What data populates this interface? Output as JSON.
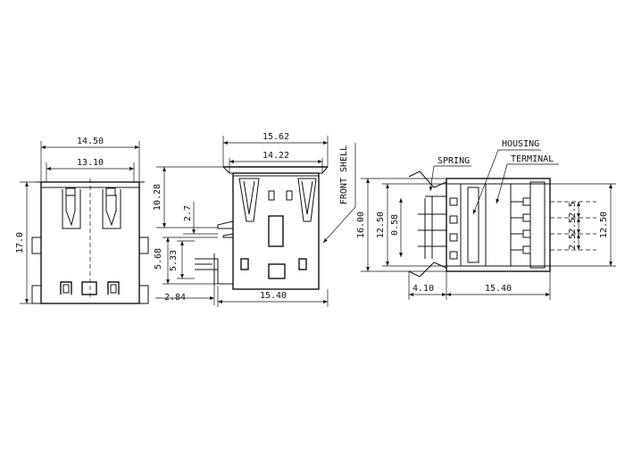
{
  "dimensions": {
    "front_width_outer": "14.50",
    "front_width_inner": "13.10",
    "front_height": "17.0",
    "top_width_outer": "15.62",
    "top_width_inner": "14.22",
    "top_depth": "10.28",
    "pin_offset": "2.7",
    "pin_height_a": "5.68",
    "pin_height_b": "5.33",
    "pin_spacing": "2.84",
    "base_length": "15.40",
    "side_height": "16.00",
    "side_inner_height": "12.50",
    "spring_gap": "0.58",
    "terminal_pitch_1": "2.5",
    "terminal_pitch_2": "2.5",
    "terminal_pitch_3": "2.5",
    "side_right_height": "12.50",
    "side_offset": "4.10",
    "side_length": "15.40"
  },
  "labels": {
    "front_shell": "FRONT SHELL",
    "housing": "HOUSING",
    "spring": "SPRING",
    "terminal": "TERMINAL"
  }
}
